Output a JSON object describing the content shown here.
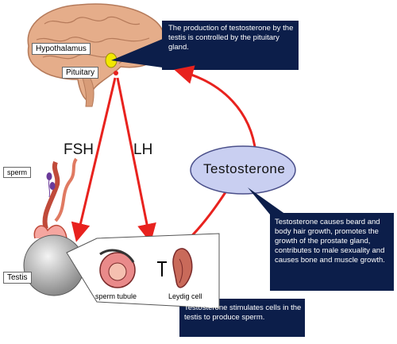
{
  "labels": {
    "hypothalamus": "Hypothalamus",
    "pituitary": "Pituitary",
    "fsh": "FSH",
    "lh": "LH",
    "testosterone": "Testosterone",
    "sperm": "sperm",
    "testis": "Testis",
    "sperm_tubule": "sperm tubule",
    "leydig_cell": "Leydig cell",
    "t_symbol": "T"
  },
  "callouts": {
    "pituitary_control": "The production of testosterone by the testis is controlled by the pituitary gland.",
    "effects": "Testosterone causes beard and body hair growth, promotes the growth of the prostate gland, contributes to male sexuality and causes bone and muscle growth.",
    "sperm_production": "Testosterone stimulates cells in the testis to produce sperm."
  },
  "colors": {
    "arrow": "#e8221e",
    "callout_bg": "#0c1e4a",
    "brain": "#e5ad8a",
    "pituitary_gland": "#f2e800",
    "testosterone_ellipse": "#c9cff1"
  }
}
